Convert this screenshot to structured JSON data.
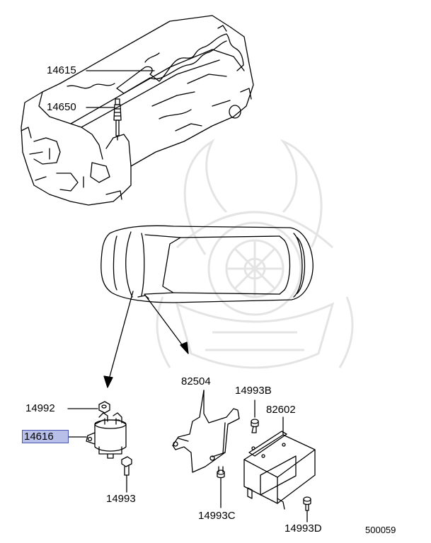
{
  "labels": {
    "l14615": "14615",
    "l14650": "14650",
    "l82504": "82504",
    "l14993B": "14993B",
    "l82602": "82602",
    "l14992": "14992",
    "l14616": "14616",
    "l14993": "14993",
    "l14993C": "14993C",
    "l14993D": "14993D",
    "diagram_id": "500059"
  },
  "colors": {
    "line": "#000000",
    "watermark": "#e4e4e4",
    "highlight_fill": "#b8c0ea",
    "highlight_border": "#4a56b0"
  }
}
